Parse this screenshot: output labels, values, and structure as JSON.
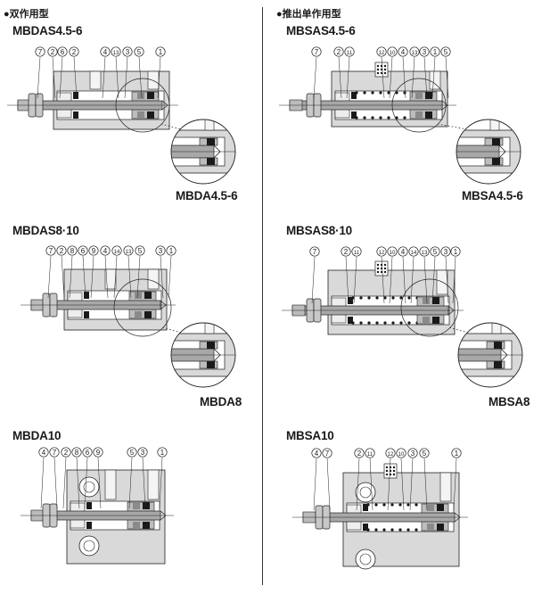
{
  "left": {
    "heading": "●双作用型",
    "sections": [
      {
        "title": "MBDAS4.5-6",
        "callouts": [
          "7",
          "2",
          "6",
          "2",
          "4",
          "13",
          "3",
          "5",
          "1"
        ],
        "detail_label": "MBDA4.5-6"
      },
      {
        "title": "MBDAS8·10",
        "callouts": [
          "7",
          "2",
          "8",
          "6",
          "9",
          "4",
          "14",
          "13",
          "5",
          "3",
          "1"
        ],
        "detail_label": "MBDA8"
      },
      {
        "title": "MBDA10",
        "callouts": [
          "4",
          "7",
          "2",
          "8",
          "6",
          "9",
          "5",
          "3",
          "1"
        ]
      }
    ]
  },
  "right": {
    "heading": "●推出单作用型",
    "sections": [
      {
        "title": "MBSAS4.5-6",
        "callouts": [
          "7",
          "2",
          "11",
          "12",
          "10",
          "4",
          "13",
          "3",
          "1",
          "5"
        ],
        "detail_label": "MBSA4.5-6"
      },
      {
        "title": "MBSAS8·10",
        "callouts": [
          "7",
          "2",
          "11",
          "12",
          "10",
          "4",
          "14",
          "13",
          "5",
          "3",
          "1"
        ],
        "detail_label": "MBSA8"
      },
      {
        "title": "MBSA10",
        "callouts": [
          "4",
          "7",
          "2",
          "11",
          "12",
          "10",
          "3",
          "5",
          "1"
        ]
      }
    ]
  },
  "colors": {
    "body": "#d9d9d9",
    "rod": "#a8a8a8",
    "seal": "#1a1a1a",
    "line": "#222222"
  }
}
